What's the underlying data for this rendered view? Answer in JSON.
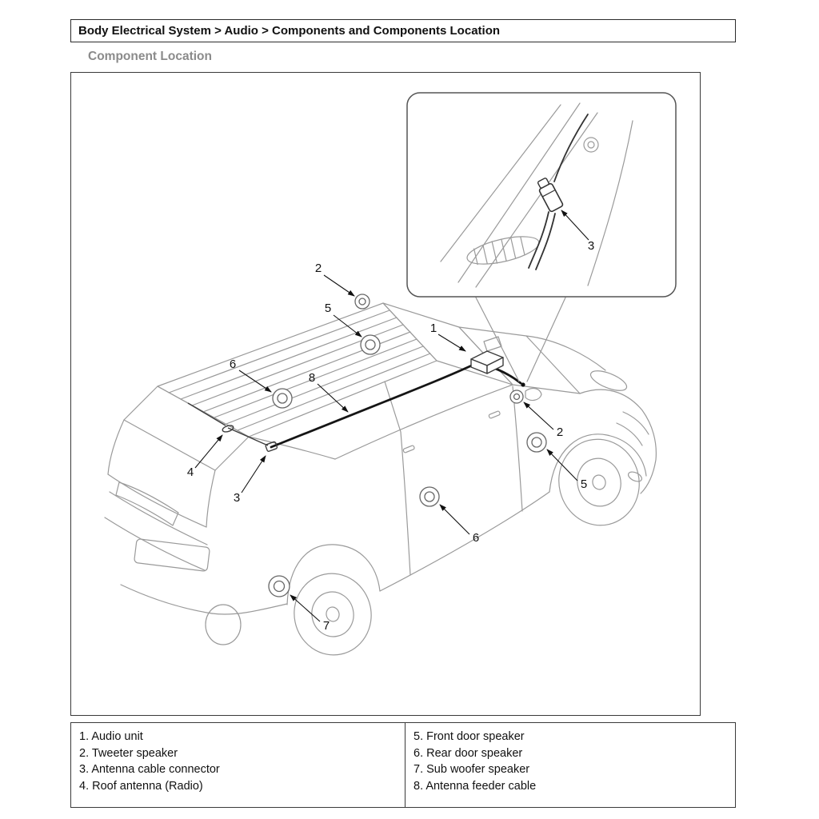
{
  "page": {
    "breadcrumb": "Body Electrical System > Audio > Components and Components Location",
    "section_title": "Component Location"
  },
  "diagram": {
    "callouts": {
      "audio_unit": "1",
      "tweeter": "2",
      "antenna_connector": "3",
      "roof_antenna": "4",
      "front_door_speaker": "5",
      "rear_door_speaker": "6",
      "sub_woofer": "7",
      "antenna_feeder": "8"
    }
  },
  "legend": {
    "rows": [
      {
        "left": "1. Audio unit",
        "right": "5. Front door speaker"
      },
      {
        "left": "2. Tweeter speaker",
        "right": "6. Rear door speaker"
      },
      {
        "left": "3. Antenna cable connector",
        "right": "7. Sub woofer speaker"
      },
      {
        "left": "4. Roof antenna (Radio)",
        "right": "8. Antenna feeder cable"
      }
    ]
  }
}
